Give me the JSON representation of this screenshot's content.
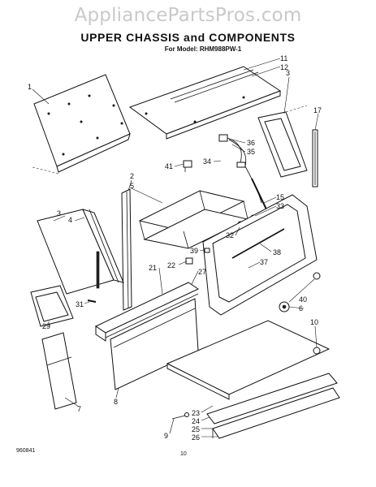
{
  "watermark": "AppliancePartsPros.com",
  "title": "UPPER CHASSIS and COMPONENTS",
  "subtitle": "For Model: RHM988PW-1",
  "footer": {
    "code": "960841",
    "page": "10",
    "tiny_left": "",
    "tiny_right": ""
  },
  "callouts": [
    {
      "id": "1",
      "text": "1"
    },
    {
      "id": "2",
      "text": "2"
    },
    {
      "id": "3a",
      "text": "3"
    },
    {
      "id": "3b",
      "text": "3"
    },
    {
      "id": "4",
      "text": "4"
    },
    {
      "id": "5",
      "text": "5"
    },
    {
      "id": "6",
      "text": "6"
    },
    {
      "id": "7",
      "text": "7"
    },
    {
      "id": "8",
      "text": "8"
    },
    {
      "id": "9",
      "text": "9"
    },
    {
      "id": "10",
      "text": "10"
    },
    {
      "id": "11",
      "text": "11"
    },
    {
      "id": "12",
      "text": "12"
    },
    {
      "id": "15",
      "text": "15"
    },
    {
      "id": "17",
      "text": "17"
    },
    {
      "id": "21",
      "text": "21"
    },
    {
      "id": "22",
      "text": "22"
    },
    {
      "id": "23",
      "text": "23"
    },
    {
      "id": "24",
      "text": "24"
    },
    {
      "id": "25",
      "text": "25"
    },
    {
      "id": "26",
      "text": "26"
    },
    {
      "id": "27",
      "text": "27"
    },
    {
      "id": "29",
      "text": "29"
    },
    {
      "id": "31",
      "text": "31"
    },
    {
      "id": "32",
      "text": "32"
    },
    {
      "id": "33",
      "text": "33"
    },
    {
      "id": "34",
      "text": "34"
    },
    {
      "id": "35",
      "text": "35"
    },
    {
      "id": "36",
      "text": "36"
    },
    {
      "id": "37",
      "text": "37"
    },
    {
      "id": "38",
      "text": "38"
    },
    {
      "id": "39",
      "text": "39"
    },
    {
      "id": "40",
      "text": "40"
    },
    {
      "id": "41",
      "text": "41"
    }
  ]
}
